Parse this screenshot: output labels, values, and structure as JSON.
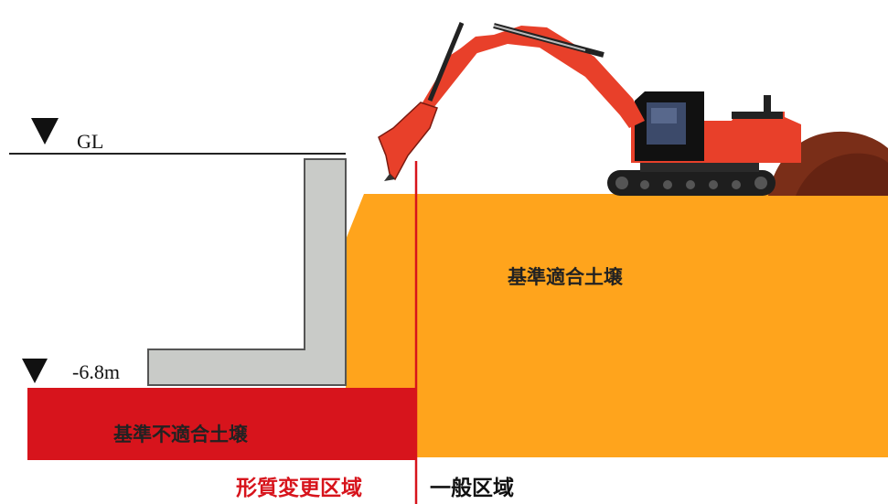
{
  "levels": {
    "ground": {
      "label": "GL"
    },
    "depth": {
      "label": "-6.8m"
    }
  },
  "soil": {
    "compliant_label": "基準適合土壌",
    "noncompliant_label": "基準不適合土壌"
  },
  "zones": {
    "modified_label": "形質変更区域",
    "general_label": "一般区域"
  },
  "colors": {
    "compliant_soil": "#ffa41c",
    "noncompliant_soil": "#d7141c",
    "retaining_wall": "#c9cbc8",
    "boundary_line": "#d7141c",
    "excavator_body": "#e8402a",
    "spoil_pile": "#7a2e18",
    "zone_modified_text": "#d7141c",
    "zone_general_text": "#111111"
  }
}
